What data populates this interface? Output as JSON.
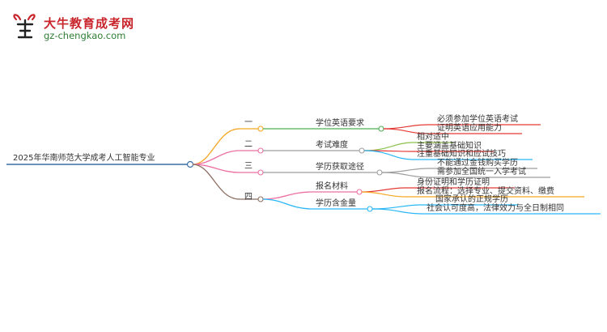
{
  "brand": {
    "name": "大牛教育成考网",
    "url": "gz-chengkao.com",
    "mark_text": "大牛",
    "color_red": "#c9252c",
    "color_green": "#2f7d34"
  },
  "mindmap": {
    "root": "2025年华南师范大学成考人工智能专业",
    "branches": [
      {
        "num": "一",
        "color": "#f5a623",
        "topic": "学位英语要求",
        "topic_color": "#4caf50",
        "leaves": [
          {
            "text": "必须参加学位英语考试",
            "color": "#e53935"
          },
          {
            "text": "证明英语应用能力",
            "color": "#e53935"
          }
        ]
      },
      {
        "num": "二",
        "color": "#ec6fa3",
        "topic": "考试难度",
        "topic_color": "#9e9e9e",
        "leaves": [
          {
            "text": "相对适中",
            "color": "#8bc34a"
          },
          {
            "text": "主要涵盖基础知识",
            "color": "#e53935"
          },
          {
            "text": "注重基础知识和应试技巧",
            "color": "#29b6f6"
          }
        ]
      },
      {
        "num": "三",
        "color": "#ec6fa3",
        "topic": "学历获取途径",
        "topic_color": "#9e9e9e",
        "leaves": [
          {
            "text": "不能通过金钱购买学历",
            "color": "#9e9e9e"
          },
          {
            "text": "需参加全国统一入学考试",
            "color": "#9e9e9e"
          }
        ]
      },
      {
        "num": "四",
        "color": "#8d6e63",
        "topic": "",
        "topic_color": "#8d6e63",
        "subs": [
          {
            "topic": "报名材料",
            "color": "#ec6fa3",
            "leaves": [
              {
                "text": "身份证明和学历证明",
                "color": "#e53935"
              },
              {
                "text": "报名流程：选择专业、提交资料、缴费",
                "color": "#f5a623"
              }
            ]
          },
          {
            "topic": "学历含金量",
            "color": "#29b6f6",
            "leaves": [
              {
                "text": "国家承认的正规学历",
                "color": "#29b6f6"
              },
              {
                "text": "社会认可度高，法律效力与全日制相同",
                "color": "#29b6f6"
              }
            ]
          }
        ]
      }
    ]
  }
}
